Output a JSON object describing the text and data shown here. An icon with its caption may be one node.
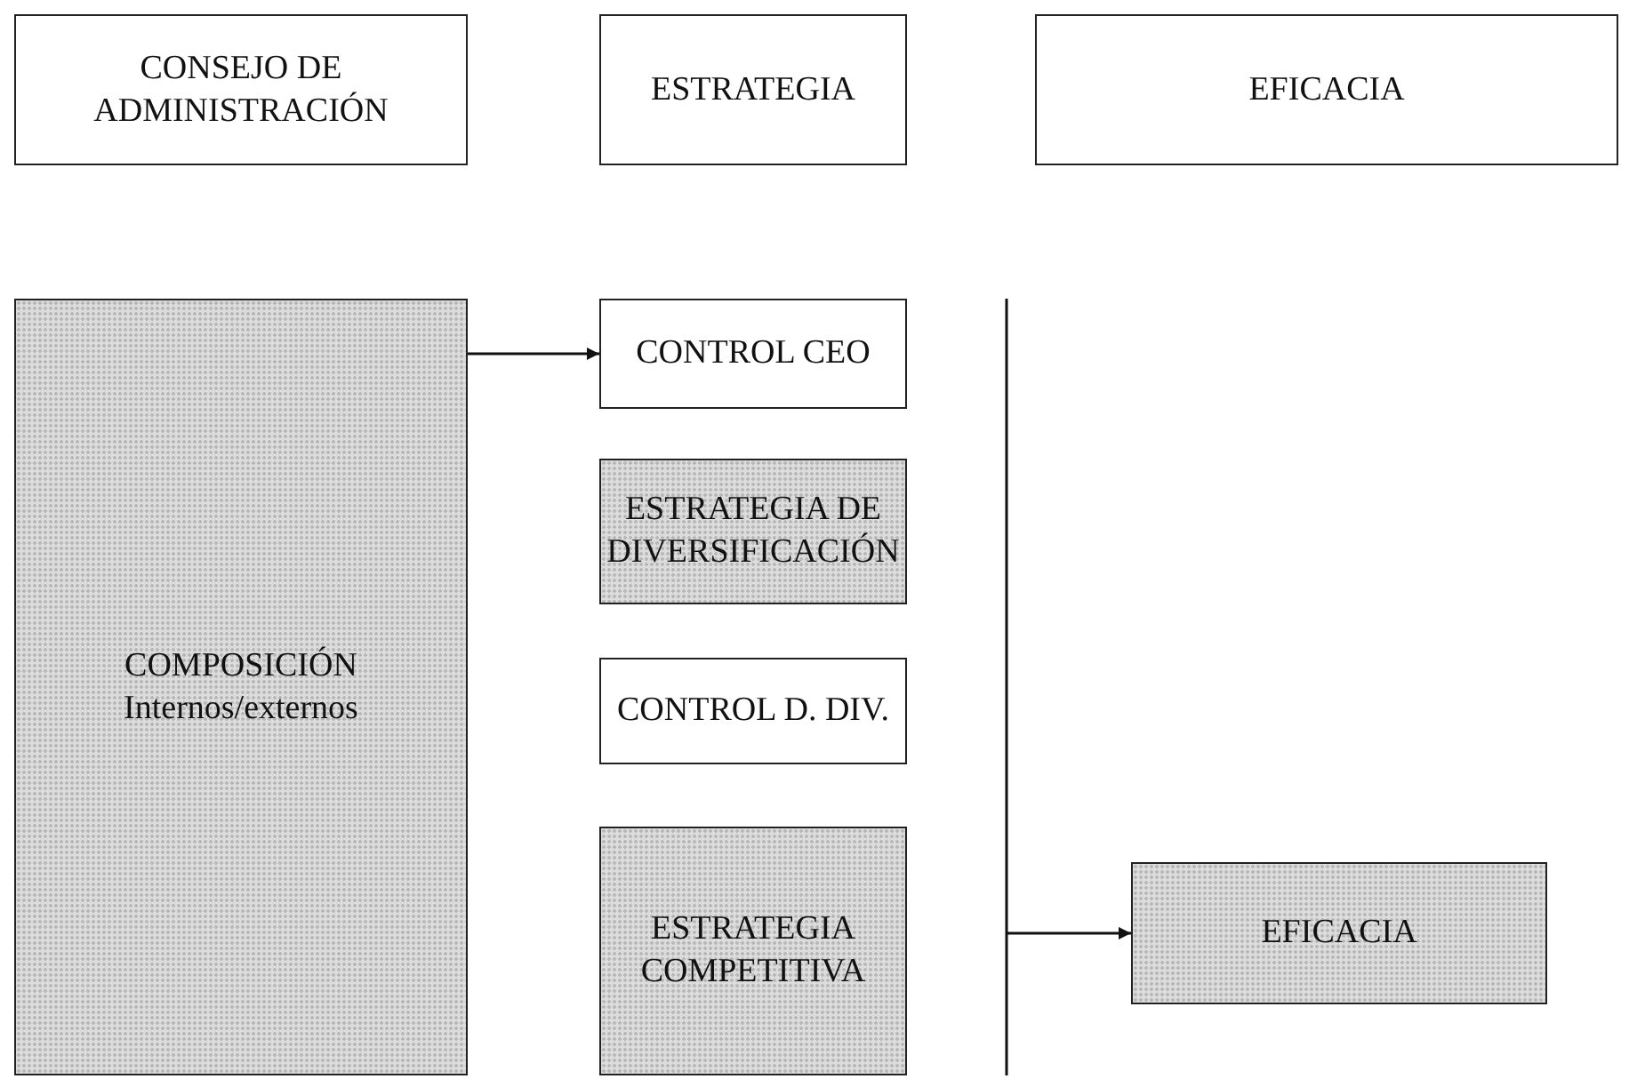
{
  "diagram": {
    "nodes": [
      {
        "text": [
          "CONSEJO DE ADMINISTRACIÓN"
        ]
      },
      {
        "text": [
          "ESTRATEGIA"
        ]
      },
      {
        "text": [
          "EFICACIA"
        ]
      },
      {
        "text": [
          "COMPOSICIÓN",
          "Internos/externos"
        ]
      },
      {
        "text": [
          "CONTROL CEO"
        ]
      },
      {
        "text": [
          "ESTRATEGIA DE DIVERSIFICACIÓN"
        ]
      },
      {
        "text": [
          "CONTROL D. DIV."
        ]
      },
      {
        "text": [
          "ESTRATEGIA COMPETITIVA"
        ]
      },
      {
        "text": [
          "EFICACIA"
        ]
      }
    ],
    "edges": [
      {
        "from": 3,
        "to": 4,
        "arrow": "to"
      },
      {
        "from": null,
        "to": 8,
        "arrow": "to"
      }
    ]
  }
}
